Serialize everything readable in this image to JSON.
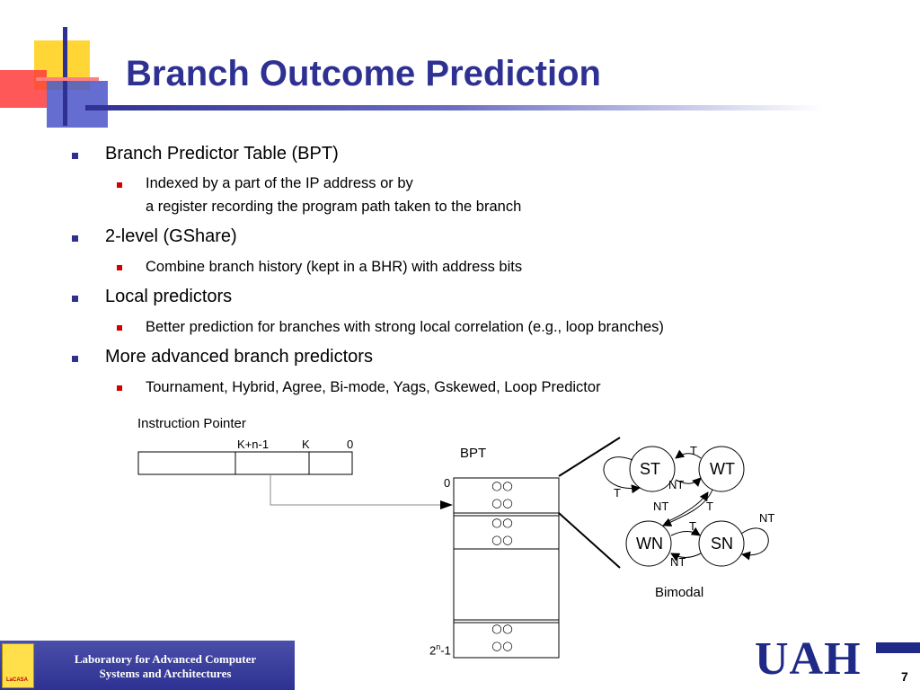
{
  "title": "Branch Outcome Prediction",
  "bullets": [
    {
      "text": "Branch Predictor Table (BPT)",
      "subs": [
        "Indexed by a part of the IP address or by",
        "a register recording the program path taken to the branch"
      ]
    },
    {
      "text": "2-level  (GShare)",
      "subs": [
        "Combine branch history (kept in a BHR) with address bits"
      ]
    },
    {
      "text": "Local predictors",
      "subs": [
        "Better prediction for branches with strong local correlation (e.g., loop branches)"
      ]
    },
    {
      "text": "More advanced branch predictors",
      "subs": [
        "Tournament, Hybrid, Agree, Bi-mode, Yags, Gskewed, Loop Predictor"
      ]
    }
  ],
  "diagram": {
    "ip_label": "Instruction Pointer",
    "ip_bits": {
      "high": "K+n-1",
      "mid": "K",
      "low": "0"
    },
    "bpt_label": "BPT",
    "row_first": "0",
    "row_last_base": "2",
    "row_last_exp": "n",
    "row_last_suffix": "-1",
    "states": {
      "st": "ST",
      "wt": "WT",
      "wn": "WN",
      "sn": "SN"
    },
    "edges": {
      "t": "T",
      "nt": "NT"
    },
    "bimodal_label": "Bimodal"
  },
  "footer": {
    "lab_line1": "Laboratory for Advanced Computer",
    "lab_line2": "Systems and Architectures",
    "lab_logo_text": "LaCASA",
    "university": "UAH",
    "page": "7"
  },
  "colors": {
    "title": "#2e3192",
    "bullet1": "#2e3192",
    "bullet2": "#d40000",
    "footer_bg": "#2e3192",
    "uah": "#1f2a86"
  }
}
